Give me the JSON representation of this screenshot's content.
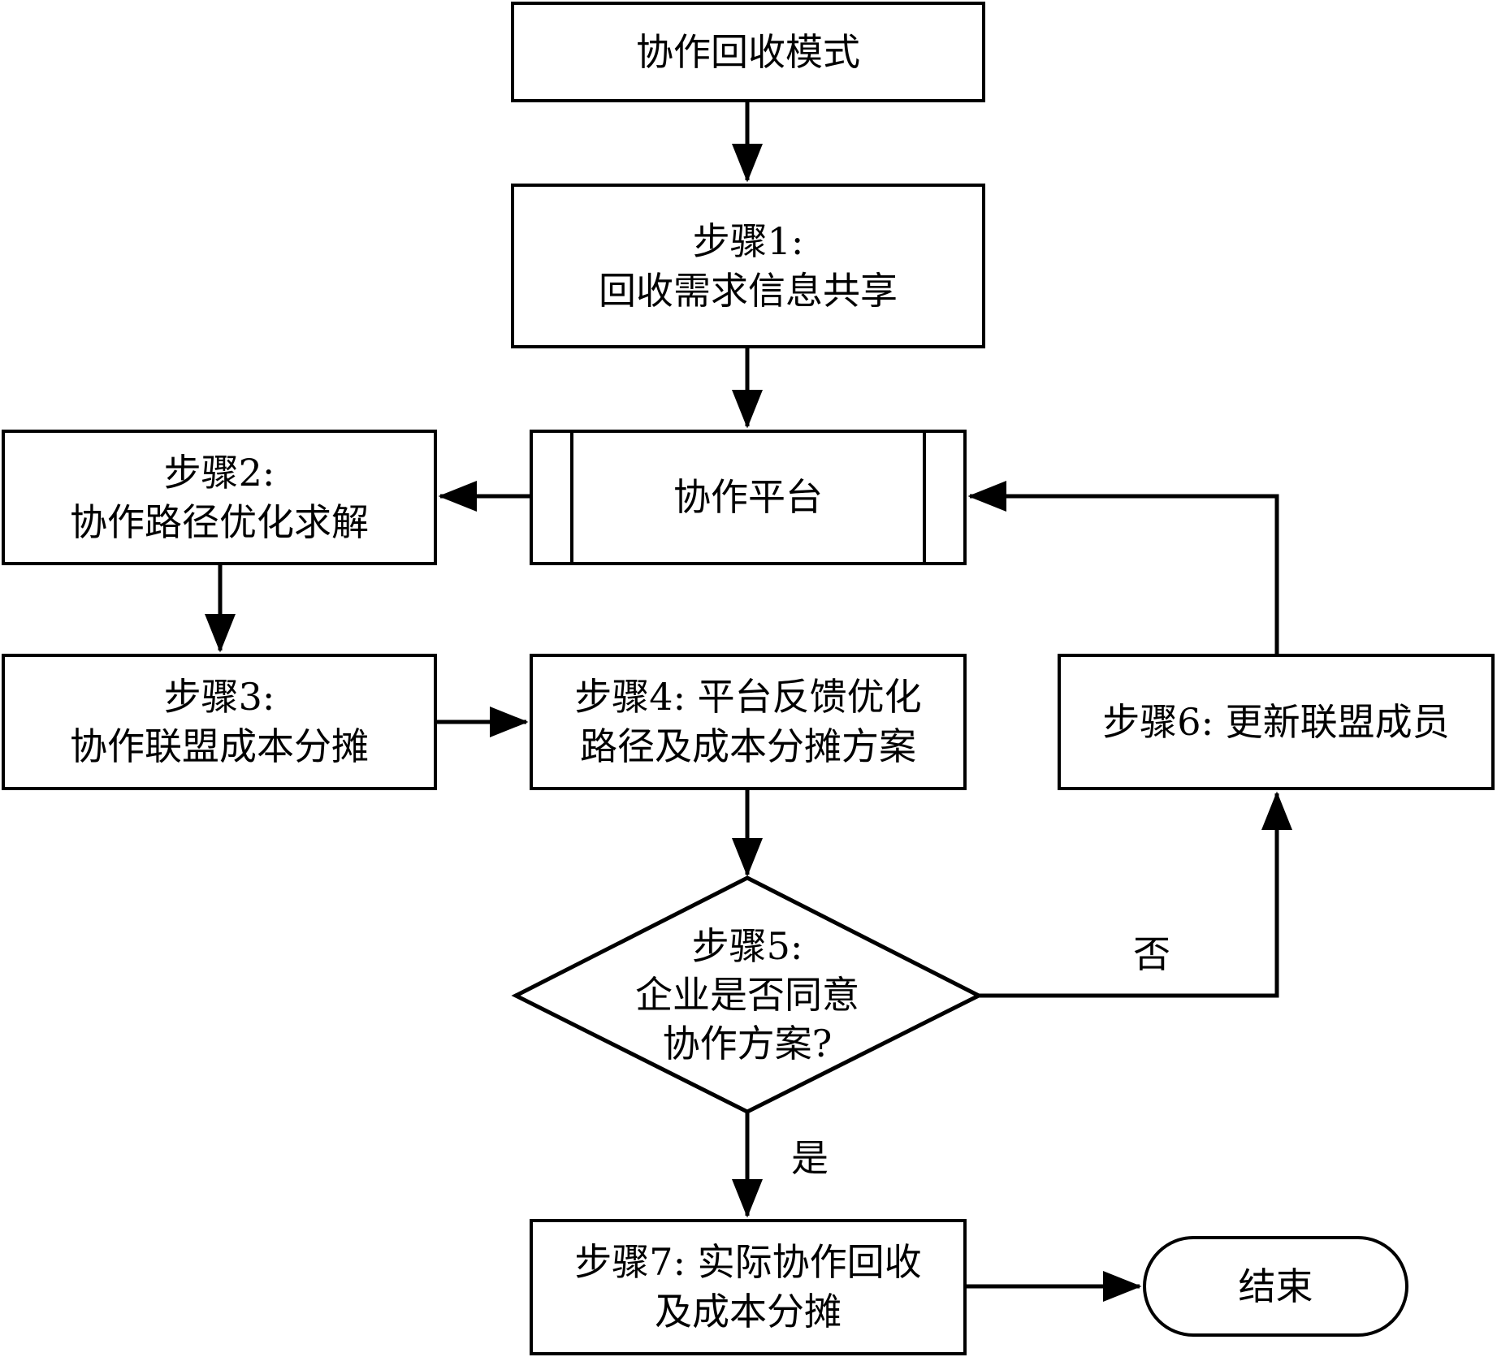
{
  "diagram": {
    "type": "flowchart",
    "nodes": {
      "start": {
        "lines": [
          "协作回收模式"
        ]
      },
      "step1": {
        "lines": [
          "步骤1:",
          "回收需求信息共享"
        ]
      },
      "platform": {
        "lines": [
          "协作平台"
        ]
      },
      "step2": {
        "lines": [
          "步骤2:",
          "协作路径优化求解"
        ]
      },
      "step3": {
        "lines": [
          "步骤3:",
          "协作联盟成本分摊"
        ]
      },
      "step4": {
        "lines": [
          "步骤4: 平台反馈优化",
          "路径及成本分摊方案"
        ]
      },
      "step5": {
        "lines": [
          "步骤5:",
          "企业是否同意",
          "协作方案?"
        ]
      },
      "step6": {
        "lines": [
          "步骤6: 更新联盟成员"
        ]
      },
      "step7": {
        "lines": [
          "步骤7: 实际协作回收",
          "及成本分摊"
        ]
      },
      "end": {
        "lines": [
          "结束"
        ]
      }
    },
    "edge_labels": {
      "no": "否",
      "yes": "是"
    },
    "edges": [
      {
        "from": "start",
        "to": "step1"
      },
      {
        "from": "step1",
        "to": "platform"
      },
      {
        "from": "platform",
        "to": "step2"
      },
      {
        "from": "step2",
        "to": "step3"
      },
      {
        "from": "step3",
        "to": "step4"
      },
      {
        "from": "step4",
        "to": "step5"
      },
      {
        "from": "step5",
        "to": "step6",
        "label": "否"
      },
      {
        "from": "step6",
        "to": "platform"
      },
      {
        "from": "step5",
        "to": "step7",
        "label": "是"
      },
      {
        "from": "step7",
        "to": "end"
      }
    ],
    "colors": {
      "stroke": "#000000",
      "fill": "#ffffff",
      "text": "#000000"
    }
  }
}
